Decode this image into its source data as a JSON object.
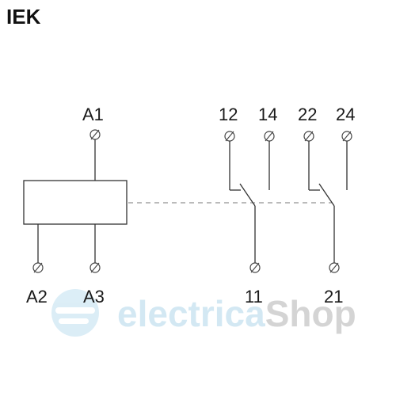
{
  "brand": {
    "logo_text": "IEK"
  },
  "terminals": {
    "a1": "A1",
    "a2": "A2",
    "a3": "A3",
    "t11": "11",
    "t12": "12",
    "t14": "14",
    "t21": "21",
    "t22": "22",
    "t24": "24"
  },
  "watermark": {
    "text_part1": "electrica",
    "text_part2": "Shop",
    "color_light": "#cfe6f2",
    "color_dark": "#d0d0d0"
  }
}
